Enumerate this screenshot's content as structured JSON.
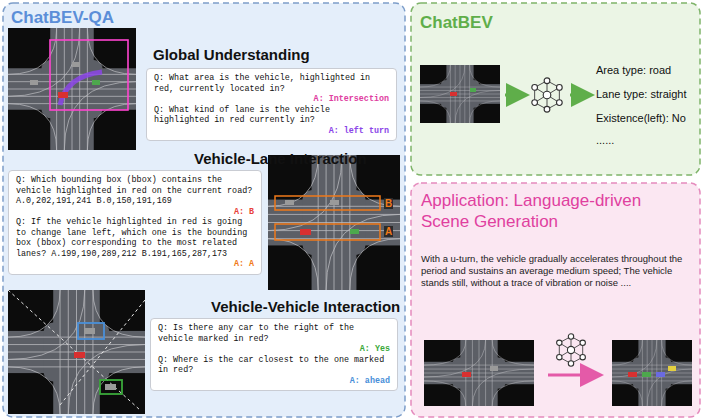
{
  "diagram": {
    "nodes": [
      {
        "text": [
          "ChatBEV-QA"
        ]
      },
      {
        "text": [
          "Global Understanding",
          "Q: What area is the vehicle, highlighted in red, currently located in?",
          "A: Intersection",
          "Q: What kind of lane is the vehicle highlighted in red currently in?",
          "A: left turn"
        ],
        "in": 0
      },
      {
        "text": [
          "Vehicle-Lane Interaction",
          "Q: Which bounding box (bbox) contains the vehicle highlighted in red on the current road? A.0,202,191,241 B.0,150,191,169",
          "A: B",
          "Q: If the vehicle highlighted in red is going to change lane left, which one is the bounding box (bbox) corresponding to the most related lanes? A.199,190,289,212 B.191,165,287,173",
          "A: A"
        ],
        "in": 0
      },
      {
        "text": [
          "Vehicle-Vehicle Interaction",
          "Q: Is there any car to the right of the vehicle marked in red?",
          "A: Yes",
          "Q: Where is the car closest to the one marked in red?",
          "A: ahead"
        ],
        "in": 0
      },
      {
        "text": [
          "ChatBEV"
        ]
      },
      {
        "text": [
          "Application: Language-driven Scene Generation",
          "With a u-turn, the vehicle gradually accelerates throughout the period and sustains an average medium speed; The vehicle stands still, without a trace of vibration or noise ...."
        ]
      }
    ],
    "edges": [],
    "labels": [
      "Area type: road",
      "Lane type: straight",
      "Existence(left): No",
      "......",
      "B",
      "A"
    ]
  }
}
